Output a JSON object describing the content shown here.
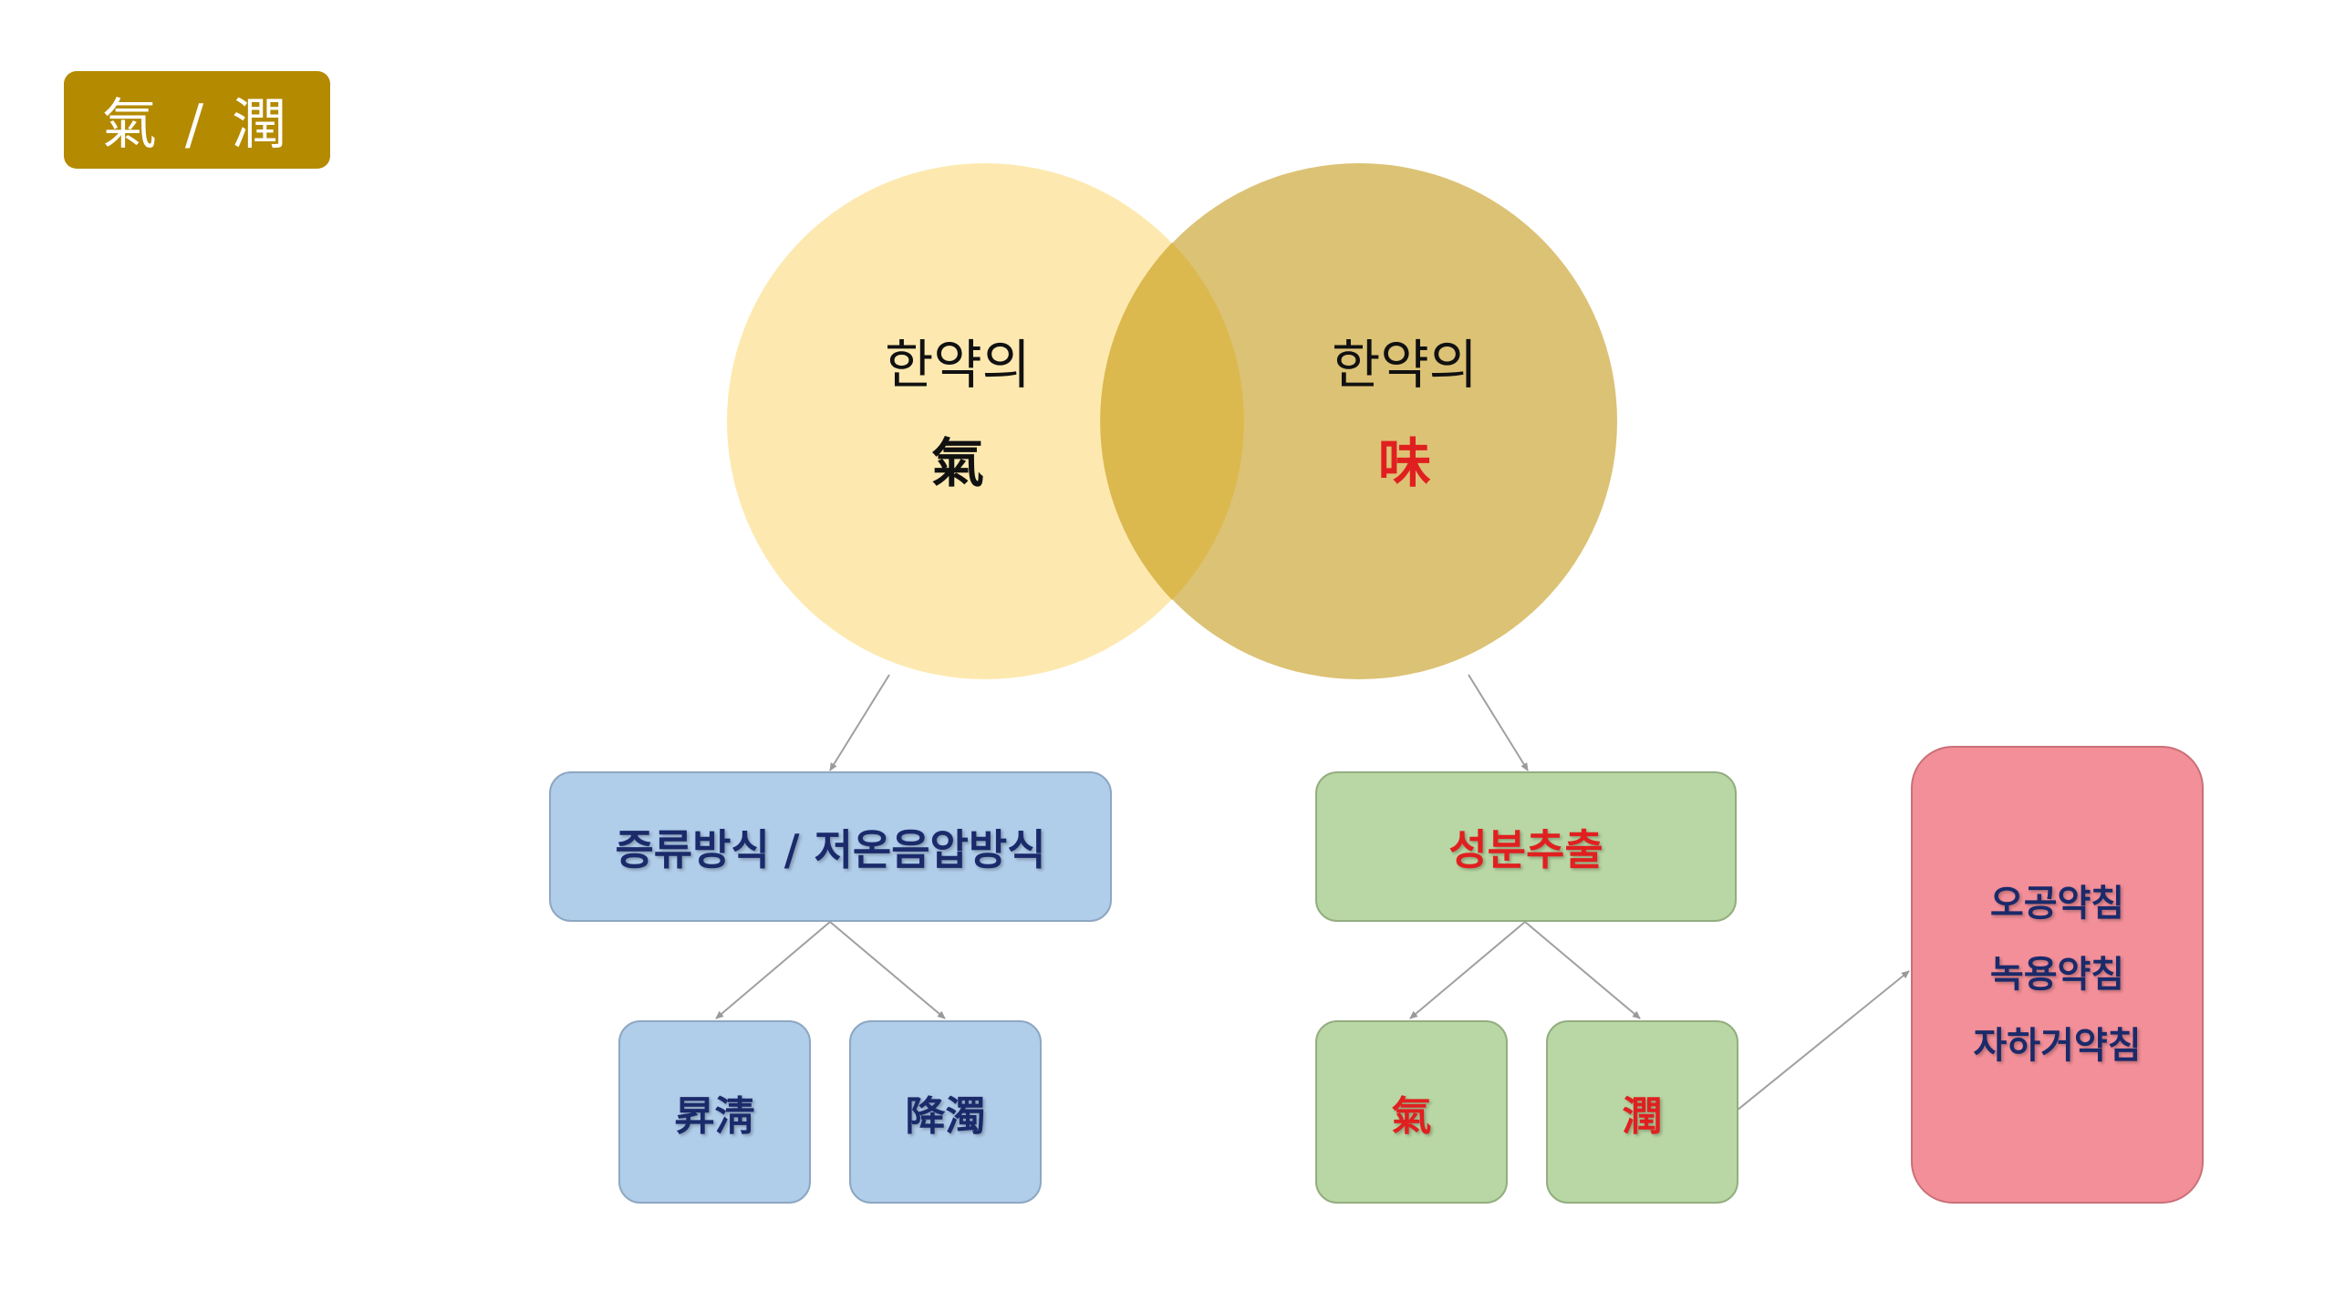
{
  "title": "氣 / 潤",
  "venn": {
    "left": {
      "line1": "한약의",
      "line2": "氣"
    },
    "right": {
      "line1": "한약의",
      "line2": "味"
    }
  },
  "boxes": {
    "extraction_left": "증류방식 / 저온음압방식",
    "extraction_right": "성분추출",
    "leaf1": "昇淸",
    "leaf2": "降濁",
    "leaf3": "氣",
    "leaf4": "潤",
    "pink_items": [
      "오공약침",
      "녹용약침",
      "자하거약침"
    ]
  },
  "colors": {
    "badge": "#b48a00",
    "left_circle": "#fde9b0",
    "right_circle": "#dcc275",
    "overlap": "#dbb94f",
    "blue_box": "#b0cdea",
    "green_box": "#b9d7a4",
    "pink_box": "#f38f98",
    "accent_red": "#e02020",
    "navy": "#1a2a6a"
  }
}
